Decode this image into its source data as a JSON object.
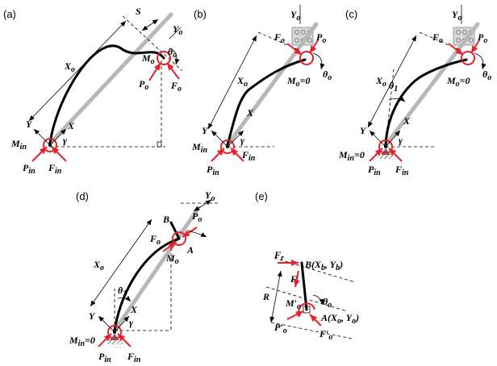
{
  "panels": {
    "a": {
      "label": "(a)",
      "labels": {
        "S": "S",
        "Yo": "Y",
        "Yo_sub": "o",
        "Xo": "X",
        "Xo_sub": "o",
        "Mo": "M",
        "Mo_sub": "o",
        "theta": "θ",
        "theta_sub": "o",
        "Po": "P",
        "Po_sub": "o",
        "Fo": "F",
        "Fo_sub": "o",
        "Y": "Y",
        "X": "X",
        "gamma": "γ",
        "Min": "M",
        "Min_sub": "in",
        "Pin": "P",
        "Pin_sub": "in",
        "Fin": "F",
        "Fin_sub": "in"
      }
    },
    "b": {
      "label": "(b)",
      "labels": {
        "Yo": "Y",
        "Yo_sub": "o",
        "Fo": "F",
        "Fo_sub": "o",
        "Po": "P",
        "Po_sub": "o",
        "Xo": "X",
        "Xo_sub": "o",
        "Mo": "M",
        "Mo_sub": "o",
        "Mo_val": "=0",
        "theta": "θ",
        "theta_sub": "o",
        "X": "X",
        "Y": "Y",
        "gamma": "γ",
        "Min": "M",
        "Min_sub": "in",
        "Fin": "F",
        "Fin_sub": "in",
        "Pin": "P",
        "Pin_sub": "in"
      }
    },
    "c": {
      "label": "(c)",
      "labels": {
        "Yo": "Y",
        "Yo_sub": "o",
        "Fo": "F",
        "Fo_sub": "o",
        "Po": "P",
        "Po_sub": "o",
        "Xo": "X",
        "Xo_sub": "o",
        "theta1": "θ",
        "theta1_sub": "1",
        "Mo": "M",
        "Mo_sub": "o",
        "Mo_val": "=0",
        "theta": "θ",
        "theta_sub": "o",
        "X": "X",
        "Y": "Y",
        "gamma": "γ",
        "Min": "M",
        "Min_sub": "in",
        "Min_val": "=0",
        "Pin": "P",
        "Pin_sub": "in",
        "Fin": "F",
        "Fin_sub": "in"
      }
    },
    "d": {
      "label": "(d)",
      "labels": {
        "Yo": "Y",
        "Yo_sub": "o",
        "B": "B",
        "Po": "P",
        "Po_sub": "o",
        "Fo": "F",
        "Fo_sub": "o",
        "A": "A",
        "Mo": "M",
        "Mo_sub": "o",
        "Xo": "X",
        "Xo_sub": "o",
        "theta1": "θ",
        "theta1_sub": "1",
        "X": "X",
        "Y": "Y",
        "gamma": "γ",
        "Min": "M",
        "Min_sub": "in",
        "Min_val": "=0",
        "Pin": "P",
        "Pin_sub": "in",
        "Fin": "F",
        "Fin_sub": "in"
      }
    },
    "e": {
      "label": "(e)",
      "labels": {
        "Fr": "F",
        "Fr_sub": "r",
        "B": "B(X",
        "B_sub": "b",
        "B_rest": ", Y",
        "B_sub2": "b",
        "B_close": ")",
        "F": "F",
        "R": "R",
        "Mo": "M′",
        "Mo_sub": "o",
        "theta": "θ",
        "theta_sub": "o",
        "Po": "P′",
        "Po_sub": "o",
        "A": "A(X",
        "A_sub": "o",
        "A_rest": ", Y",
        "A_sub2": "o",
        "A_close": ")",
        "Fo": "F′",
        "Fo_sub": "o"
      }
    }
  },
  "colors": {
    "force": "#e8202a",
    "link": "#b8b8b8",
    "beam": "#000000"
  }
}
